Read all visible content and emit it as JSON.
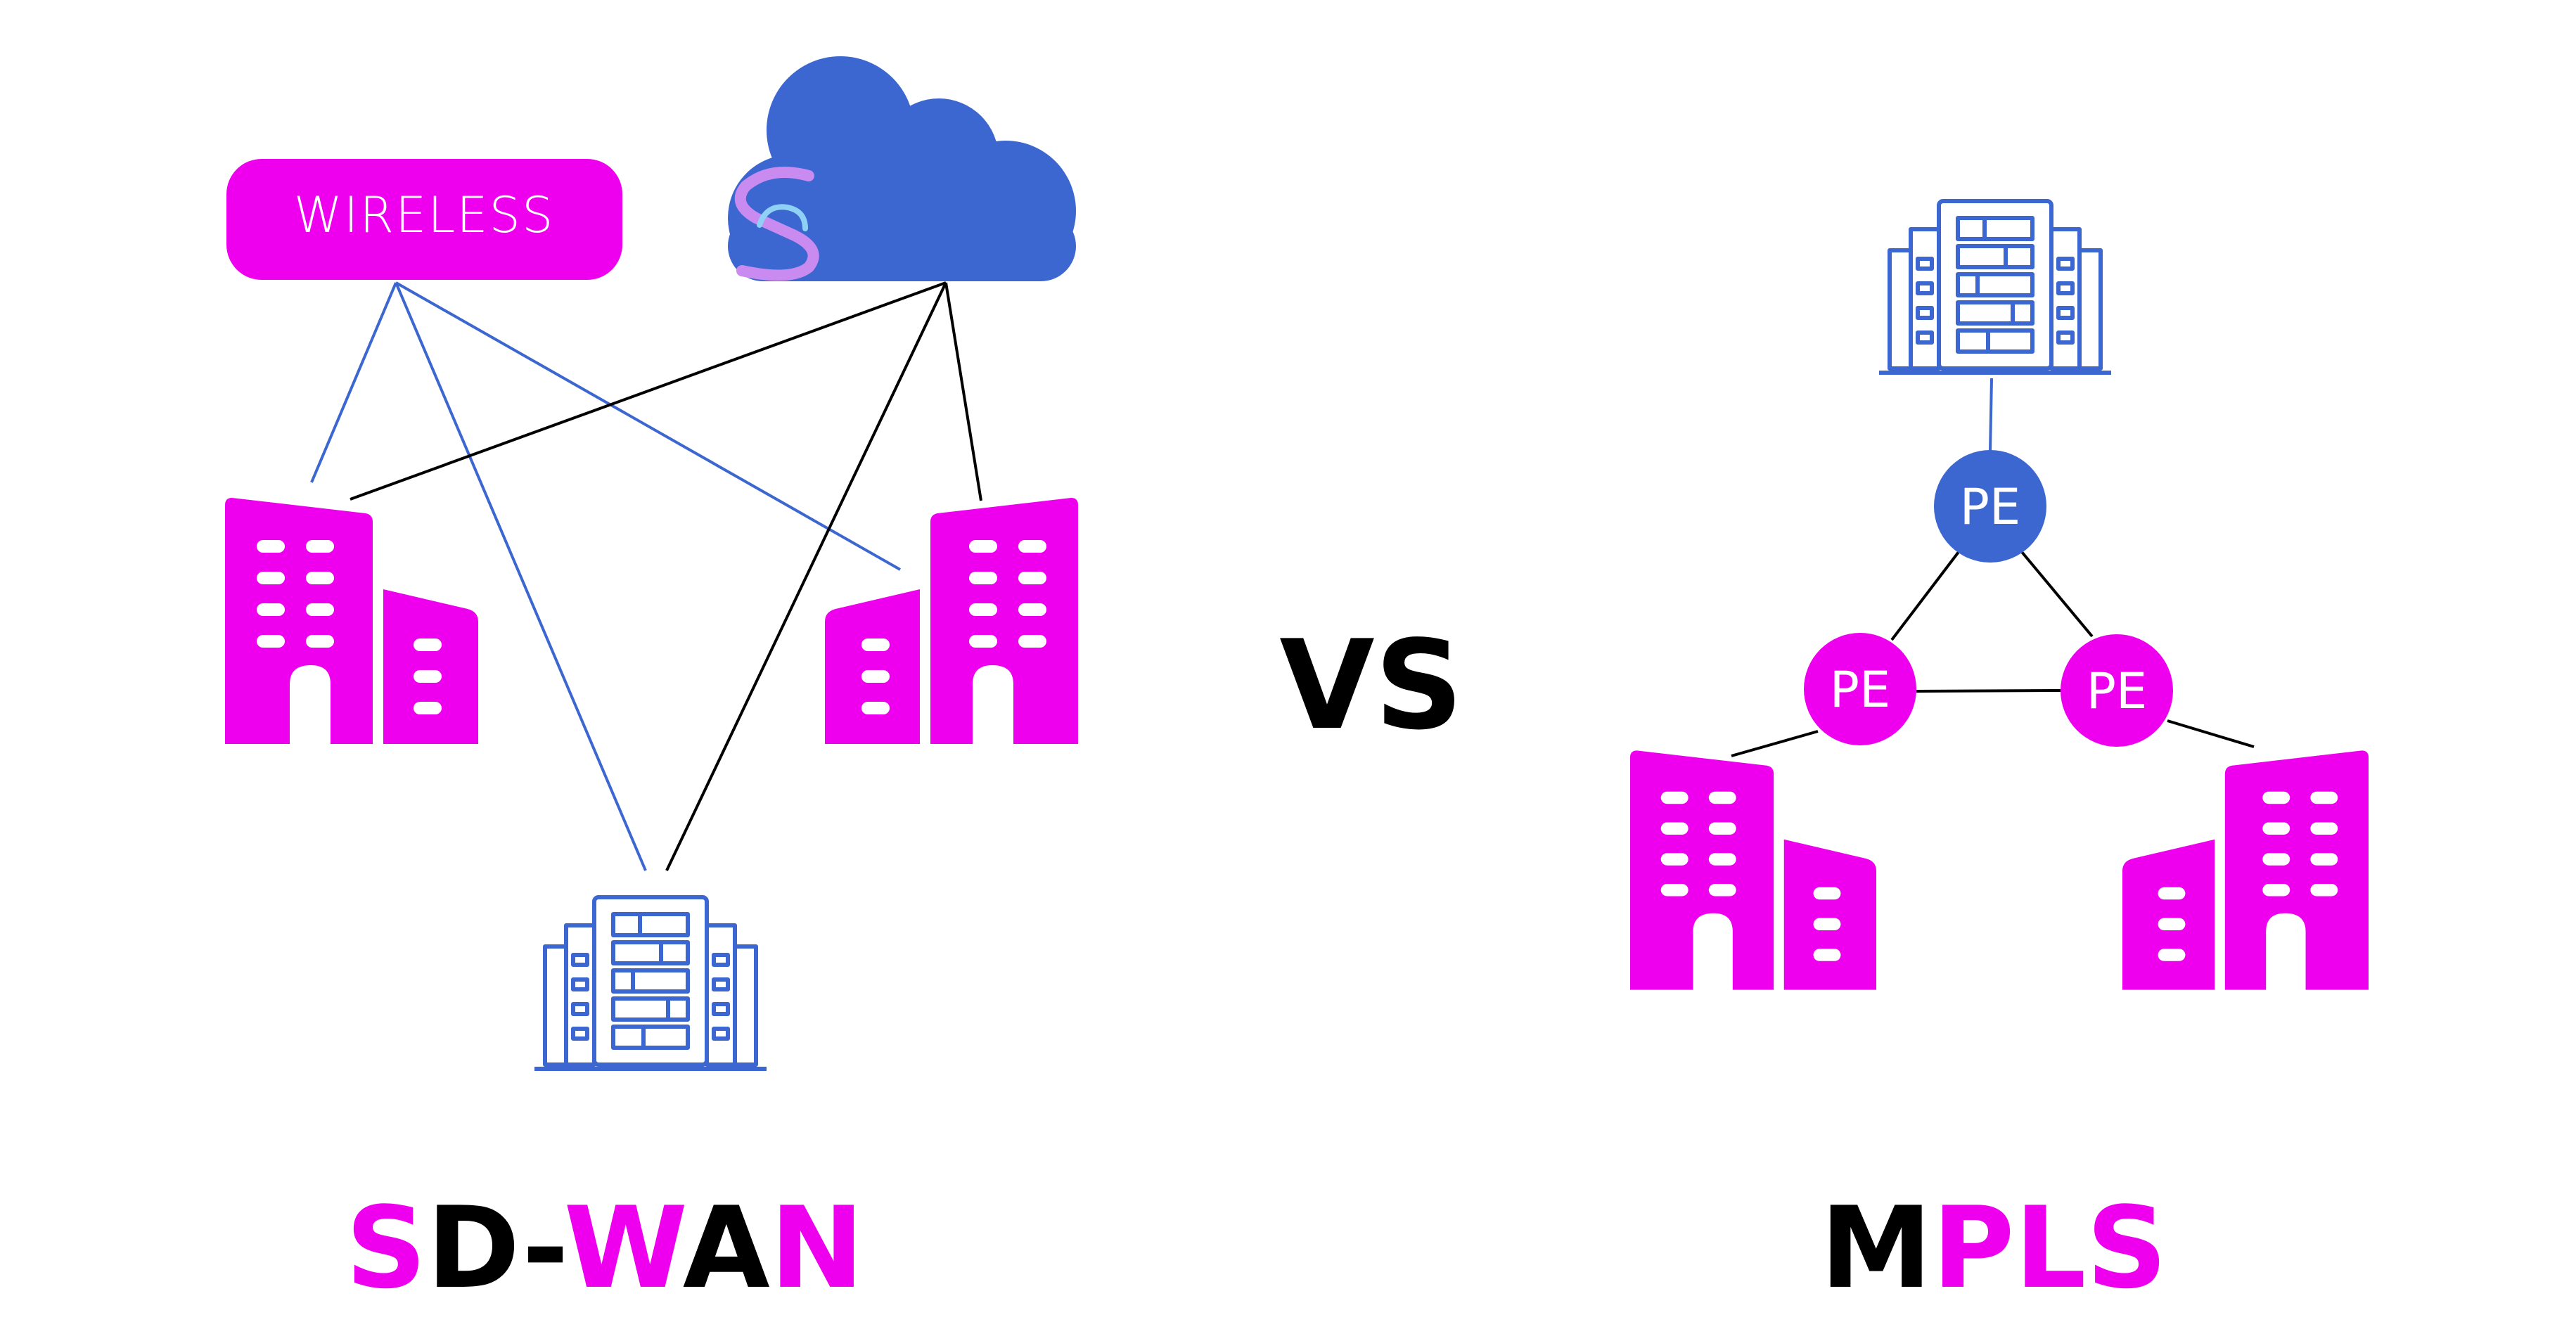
{
  "colors": {
    "magenta": "#ee00ee",
    "blue": "#3c67d0",
    "black": "#000000",
    "white": "#ffffff"
  },
  "sdwan": {
    "wireless_label": "WIRELESS",
    "cloud_icon": "cloud-icon",
    "logo": "s-logo-icon",
    "title_parts": [
      {
        "text": "S",
        "color": "magenta"
      },
      {
        "text": "D-",
        "color": "black"
      },
      {
        "text": "W",
        "color": "magenta"
      },
      {
        "text": "A",
        "color": "black"
      },
      {
        "text": "N",
        "color": "magenta"
      }
    ]
  },
  "vs_label": "VS",
  "mpls": {
    "pe_labels": [
      "PE",
      "PE",
      "PE"
    ],
    "title_parts": [
      {
        "text": "M",
        "color": "black"
      },
      {
        "text": "PL",
        "color": "magenta"
      },
      {
        "text": "S",
        "color": "magenta"
      }
    ]
  }
}
